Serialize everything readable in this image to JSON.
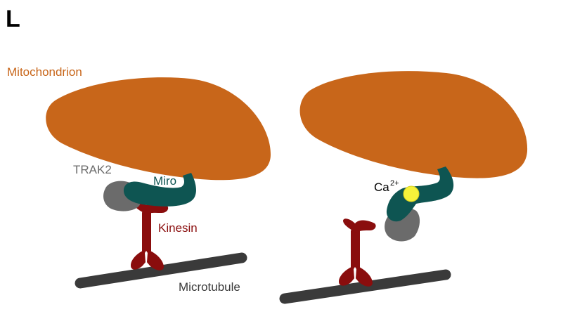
{
  "panel_letter": "L",
  "labels": {
    "mitochondrion": "Mitochondrion",
    "trak2": "TRAK2",
    "miro": "Miro",
    "kinesin": "Kinesin",
    "microtubule": "Microtubule",
    "calcium": "Ca",
    "calcium_charge": "2+"
  },
  "colors": {
    "mitochondrion": "#C8661A",
    "miro": "#0E5552",
    "trak2": "#6B6B6B",
    "kinesin": "#8A0D0D",
    "microtubule": "#3A3A3A",
    "calcium": "#F5F23A",
    "mitochondrion_text": "#C8661A",
    "miro_text": "#0E5552",
    "trak2_text": "#6B6B6B",
    "kinesin_text": "#8A0D0D",
    "microtubule_text": "#3A3A3A"
  }
}
